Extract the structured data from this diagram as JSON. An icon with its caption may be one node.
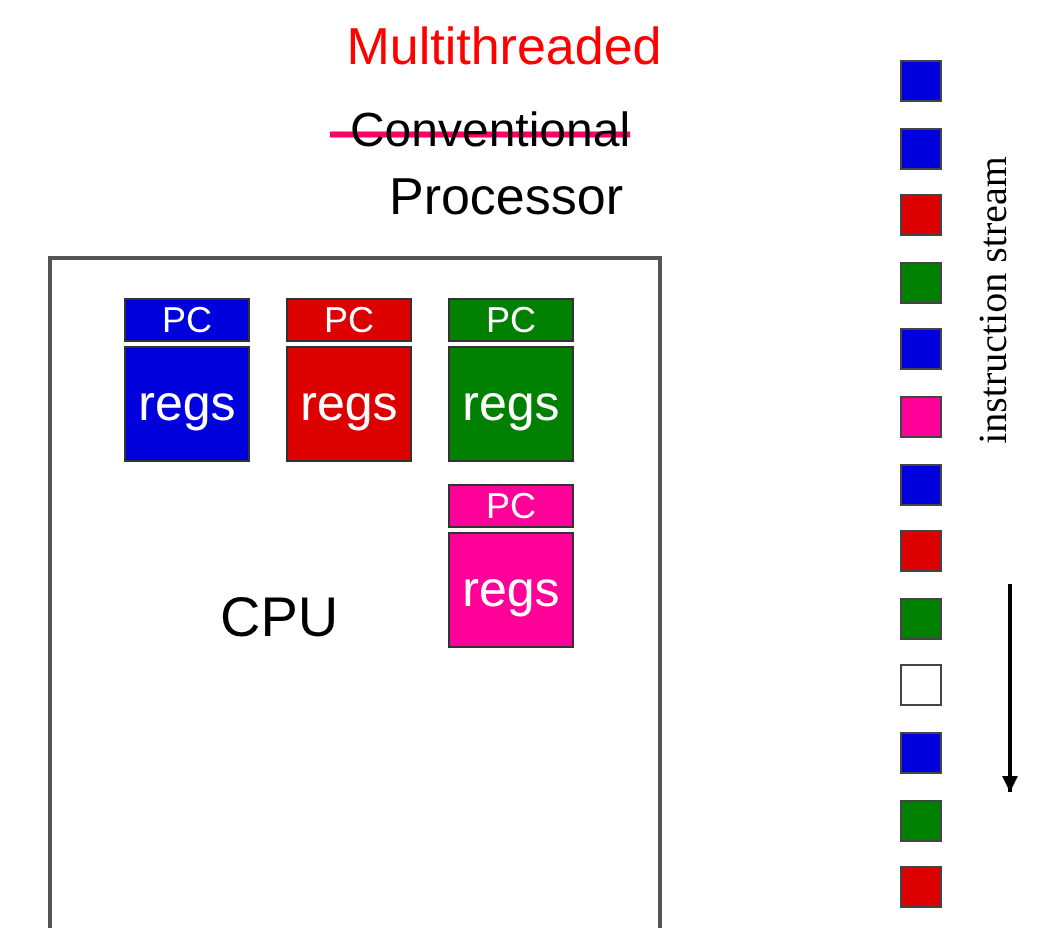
{
  "diagram": {
    "nodes": [
      {
        "text": [
          "CPU"
        ]
      },
      {
        "text": [
          "PC"
        ],
        "in": 0
      },
      {
        "text": [
          "regs"
        ],
        "in": 0
      },
      {
        "text": [
          "PC"
        ],
        "in": 0
      },
      {
        "text": [
          "regs"
        ],
        "in": 0
      },
      {
        "text": [
          "PC"
        ],
        "in": 0
      },
      {
        "text": [
          "regs"
        ],
        "in": 0
      },
      {
        "text": [
          "PC"
        ],
        "in": 0
      },
      {
        "text": [
          "regs"
        ],
        "in": 0
      },
      {
        "text": [],
        "shape": "box"
      },
      {
        "text": [],
        "shape": "box"
      },
      {
        "text": [],
        "shape": "box"
      },
      {
        "text": [],
        "shape": "box"
      },
      {
        "text": [],
        "shape": "box"
      },
      {
        "text": [],
        "shape": "box"
      },
      {
        "text": [],
        "shape": "box"
      },
      {
        "text": [],
        "shape": "box"
      },
      {
        "text": [],
        "shape": "box"
      },
      {
        "text": [],
        "shape": "box"
      },
      {
        "text": [],
        "shape": "box"
      },
      {
        "text": [],
        "shape": "box"
      },
      {
        "text": [],
        "shape": "box"
      }
    ],
    "labels": [
      "Multithreaded",
      "Conventional",
      "Processor",
      "instruction stream"
    ]
  }
}
